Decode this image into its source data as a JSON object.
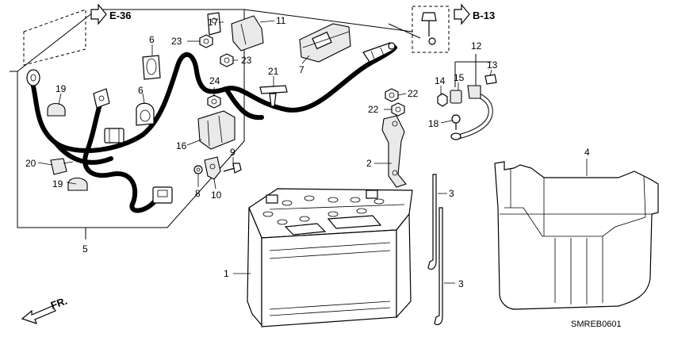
{
  "references": {
    "e36": "E-36",
    "b13": "B-13"
  },
  "callouts": {
    "c1": "1",
    "c2": "2",
    "c3a": "3",
    "c3b": "3",
    "c4": "4",
    "c5": "5",
    "c6a": "6",
    "c6b": "6",
    "c7": "7",
    "c8": "8",
    "c9": "9",
    "c10": "10",
    "c11": "11",
    "c12": "12",
    "c13": "13",
    "c14": "14",
    "c15": "15",
    "c16": "16",
    "c17": "17",
    "c18": "18",
    "c19a": "19",
    "c19b": "19",
    "c20": "20",
    "c21": "21",
    "c22a": "22",
    "c22b": "22",
    "c23a": "23",
    "c23b": "23",
    "c24": "24"
  },
  "direction_label": "FR.",
  "diagram_code": "SMREB0601"
}
